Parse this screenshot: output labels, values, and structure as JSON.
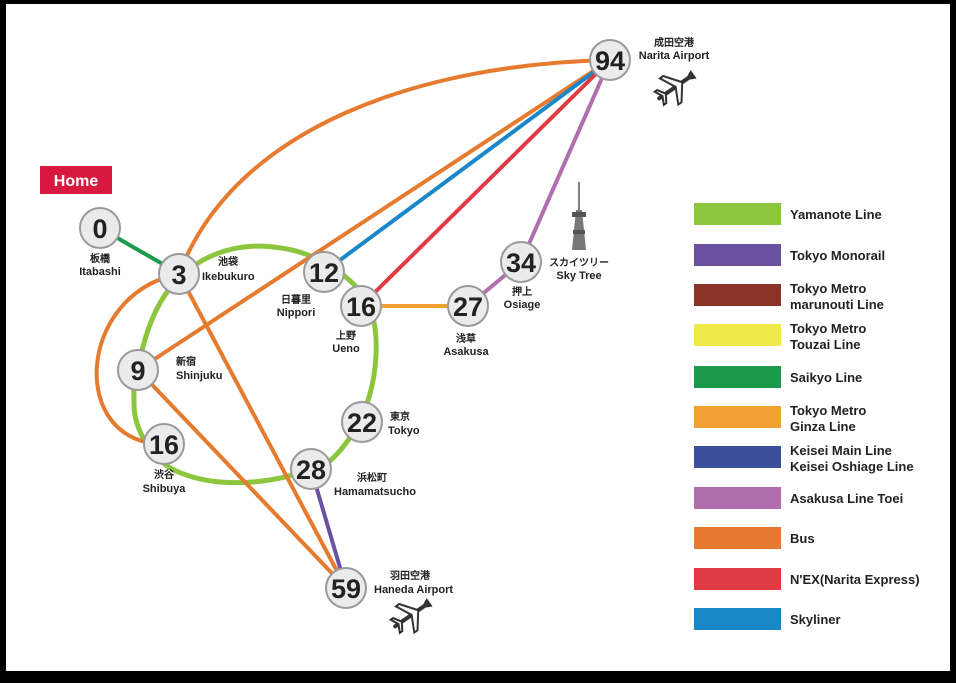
{
  "home": {
    "label": "Home",
    "color": "#d7183f"
  },
  "stations": [
    {
      "id": "itabashi",
      "num": "0",
      "jp": "板橋",
      "en": "Itabashi"
    },
    {
      "id": "ikebukuro",
      "num": "3",
      "jp": "池袋",
      "en": "Ikebukuro"
    },
    {
      "id": "nippori",
      "num": "12",
      "jp": "日暮里",
      "en": "Nippori"
    },
    {
      "id": "ueno",
      "num": "16",
      "jp": "上野",
      "en": "Ueno"
    },
    {
      "id": "shinjuku",
      "num": "9",
      "jp": "新宿",
      "en": "Shinjuku"
    },
    {
      "id": "shibuya",
      "num": "16",
      "jp": "渋谷",
      "en": "Shibuya"
    },
    {
      "id": "tokyo",
      "num": "22",
      "jp": "東京",
      "en": "Tokyo"
    },
    {
      "id": "hamamatsucho",
      "num": "28",
      "jp": "浜松町",
      "en": "Hamamatsucho"
    },
    {
      "id": "haneda",
      "num": "59",
      "jp": "羽田空港",
      "en": "Haneda Airport"
    },
    {
      "id": "asakusa",
      "num": "27",
      "jp": "浅草",
      "en": "Asakusa"
    },
    {
      "id": "oshiage",
      "num": "34",
      "jp": "押上",
      "en": "Osiage"
    },
    {
      "id": "narita",
      "num": "94",
      "jp": "成田空港",
      "en": "Narita Airport"
    },
    {
      "id": "skytree",
      "num": "",
      "jp": "スカイツリー",
      "en": "Sky Tree"
    }
  ],
  "legend": [
    {
      "label1": "Yamanote Line",
      "label2": "",
      "color": "#8cc63f"
    },
    {
      "label1": "Tokyo Monorail",
      "label2": "",
      "color": "#6b52a1"
    },
    {
      "label1": "Tokyo Metro",
      "label2": "marunouti Line",
      "color": "#8a3427"
    },
    {
      "label1": "Tokyo Metro",
      "label2": "Touzai Line",
      "color": "#f2ea4a"
    },
    {
      "label1": "Saikyo Line",
      "label2": "",
      "color": "#1a9a4a"
    },
    {
      "label1": "Tokyo Metro",
      "label2": "Ginza Line",
      "color": "#f0a030"
    },
    {
      "label1": "Keisei Main Line",
      "label2": "Keisei Oshiage Line",
      "color": "#3a4f9a"
    },
    {
      "label1": "Asakusa Line Toei",
      "label2": "",
      "color": "#b06eae"
    },
    {
      "label1": "Bus",
      "label2": "",
      "color": "#e67a2e"
    },
    {
      "label1": "N'EX(Narita Express)",
      "label2": "",
      "color": "#e03a44"
    },
    {
      "label1": "Skyliner",
      "label2": "",
      "color": "#1a88c8"
    }
  ],
  "colors": {
    "yamanote": "#8cc63f",
    "bus": "#e67a2e",
    "saikyo": "#1a9a4a",
    "ginza": "#f0a030",
    "monorail": "#6b52a1",
    "asakusa_toei": "#b06eae",
    "nex": "#e03a44",
    "skyliner": "#1a88c8"
  },
  "icons": [
    "airplane-icon",
    "skytree-icon"
  ]
}
